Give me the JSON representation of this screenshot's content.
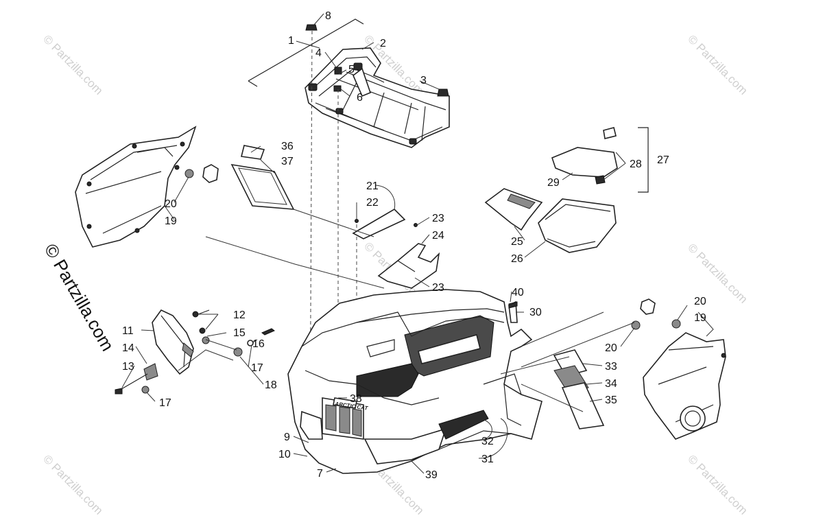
{
  "watermarks": {
    "small": "© Partzilla.com",
    "large": "© Partzilla.com"
  },
  "decals": {
    "hood_badge": "ARCTIC CAT",
    "grille_badge": "ARCTIC CAT"
  },
  "callouts": {
    "c1": "1",
    "c2": "2",
    "c3": "3",
    "c4": "4",
    "c5": "5",
    "c6": "6",
    "c7": "7",
    "c8": "8",
    "c9": "9",
    "c10": "10",
    "c11": "11",
    "c12": "12",
    "c13": "13",
    "c14": "14",
    "c15": "15",
    "c16": "16",
    "c17a": "17",
    "c17b": "17",
    "c18": "18",
    "c19a": "19",
    "c19b": "19",
    "c20a": "20",
    "c20b": "20",
    "c20c": "20",
    "c21": "21",
    "c22": "22",
    "c23a": "23",
    "c23b": "23",
    "c24": "24",
    "c25": "25",
    "c26": "26",
    "c27": "27",
    "c28": "28",
    "c29": "29",
    "c30": "30",
    "c31": "31",
    "c32": "32",
    "c33": "33",
    "c34": "34",
    "c35": "35",
    "c36": "36",
    "c37": "37",
    "c38": "38",
    "c39": "39",
    "c40": "40"
  }
}
